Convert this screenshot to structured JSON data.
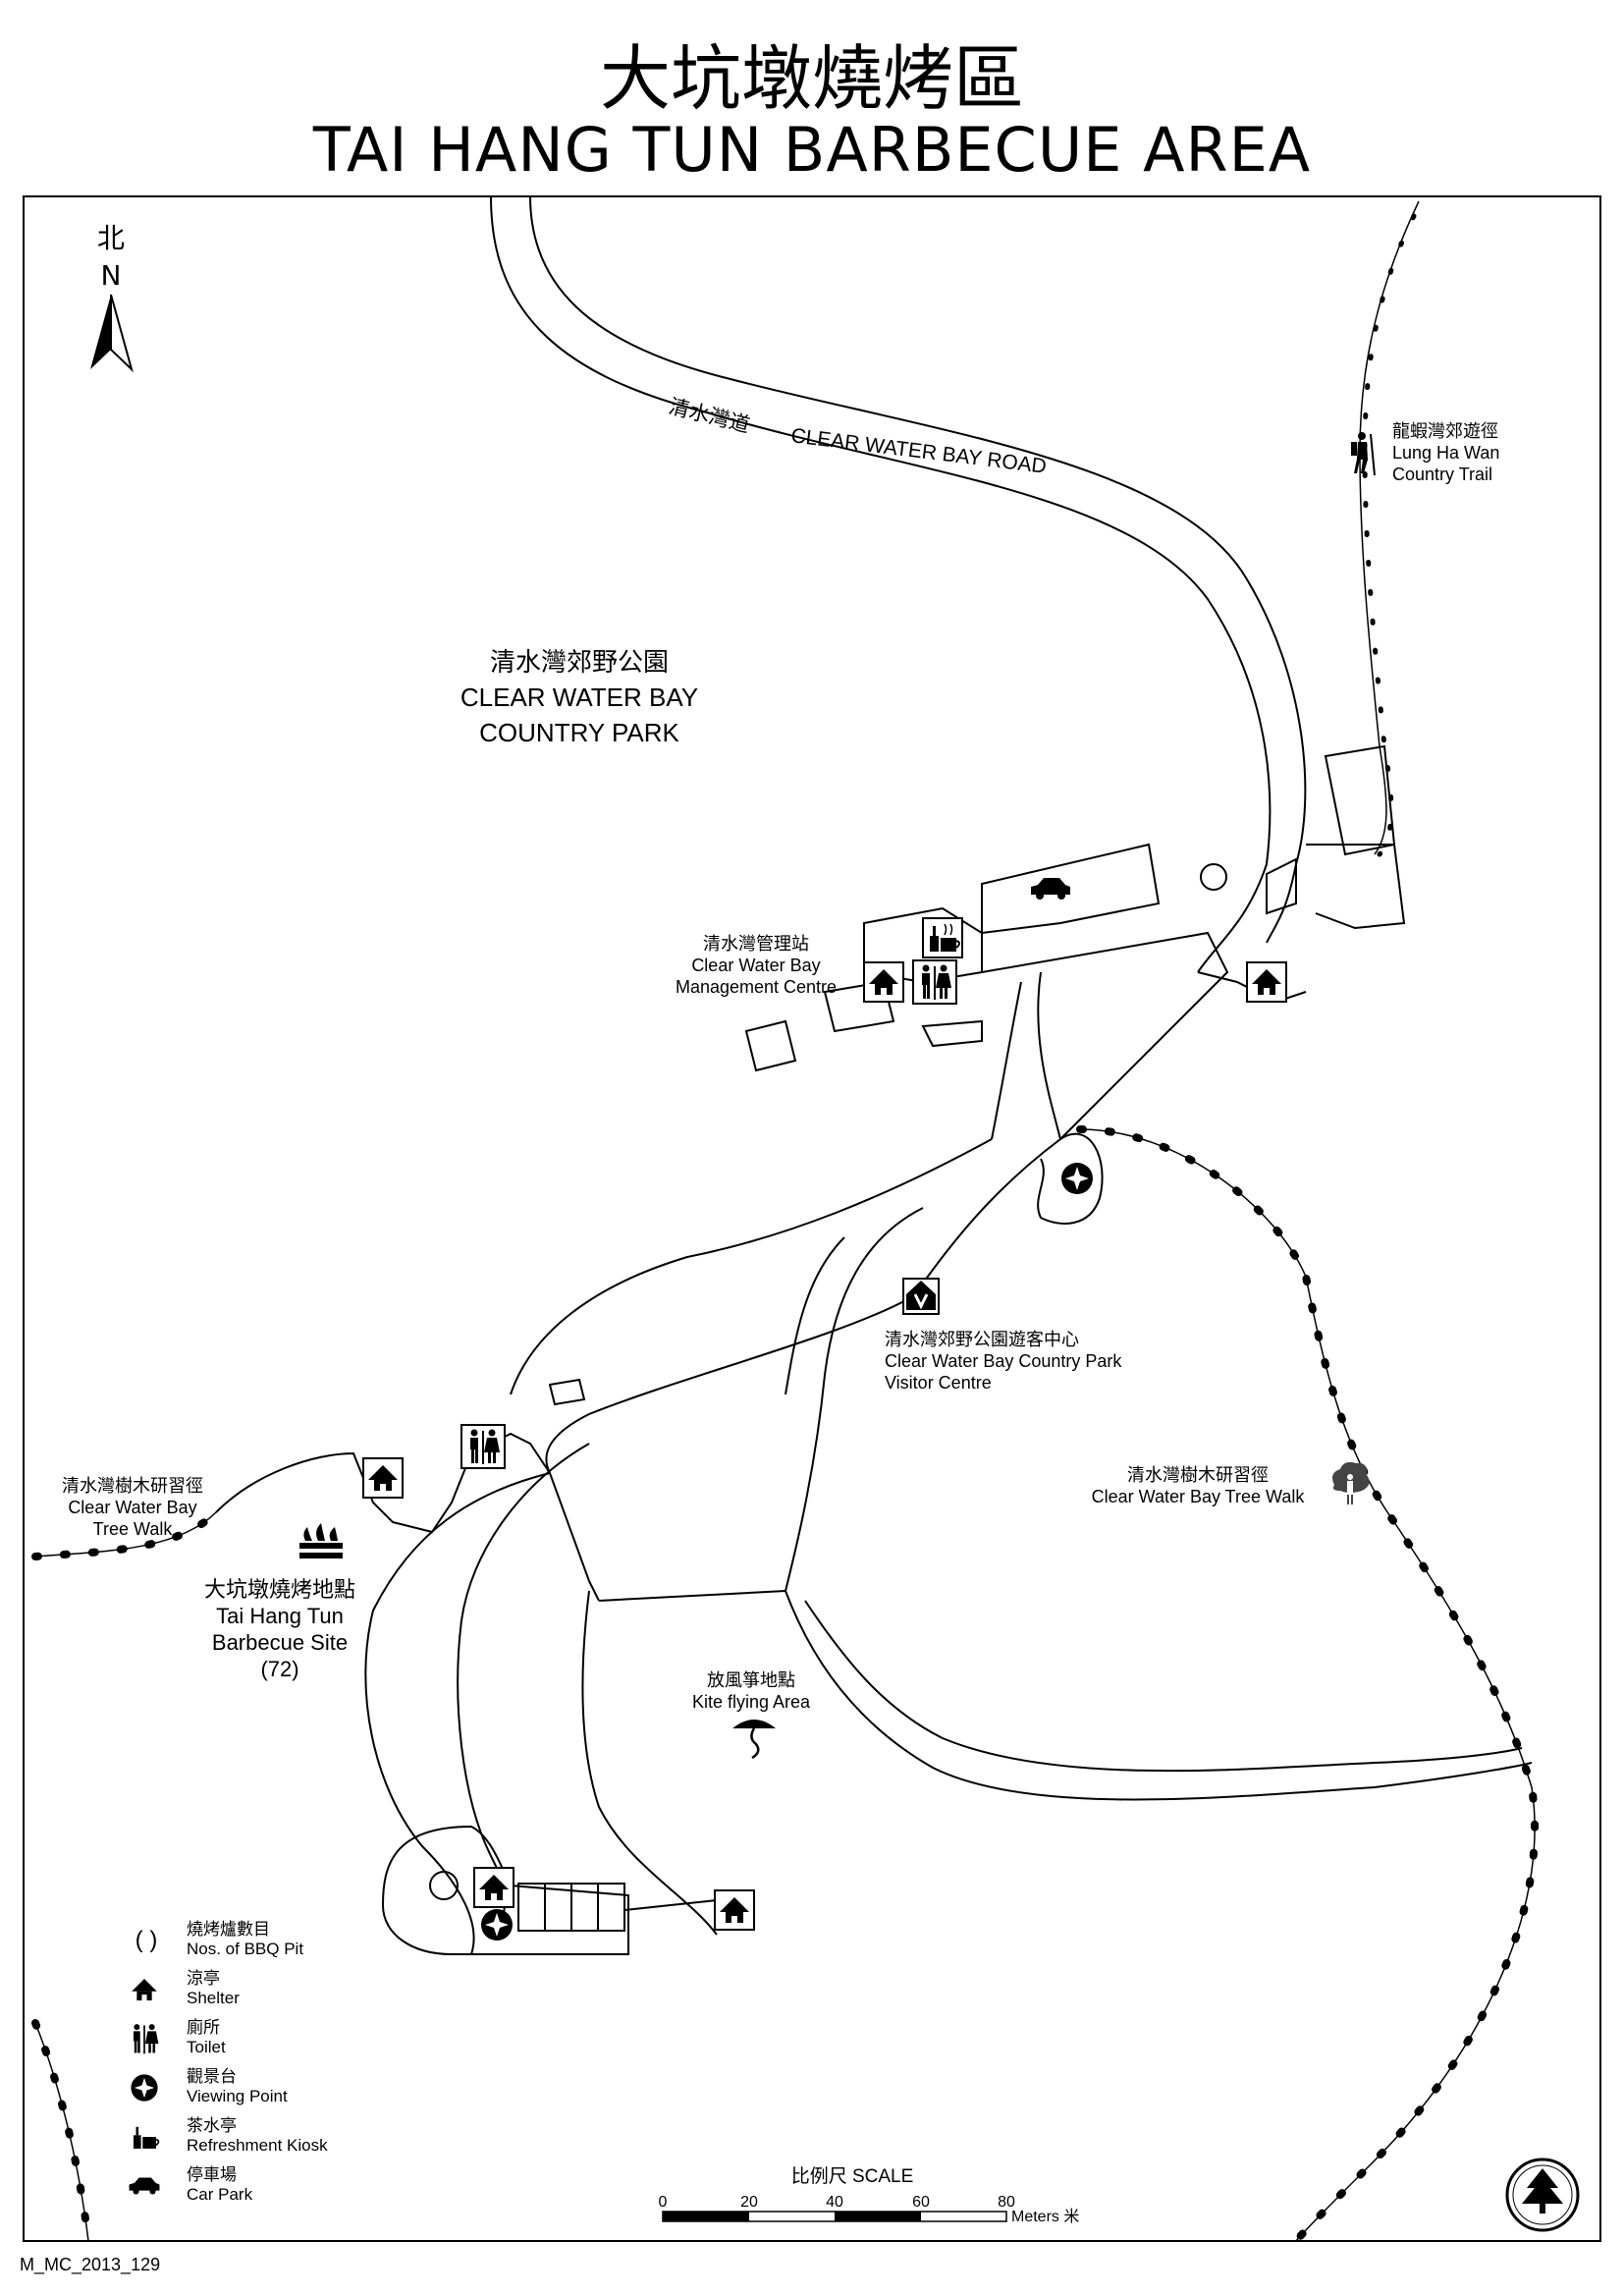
{
  "title": {
    "chinese": "大坑墩燒烤區",
    "english": "TAI HANG TUN BARBECUE AREA"
  },
  "north": {
    "cn": "北",
    "en": "N"
  },
  "road": {
    "cn": "清水灣道",
    "en": "CLEAR WATER BAY ROAD"
  },
  "park": {
    "cn": "清水灣郊野公園",
    "en1": "CLEAR WATER BAY",
    "en2": "COUNTRY PARK"
  },
  "trail_lhw": {
    "cn": "龍蝦灣郊遊徑",
    "en1": "Lung Ha Wan",
    "en2": "Country Trail"
  },
  "mgmt": {
    "cn": "清水灣管理站",
    "en1": "Clear Water Bay",
    "en2": "Management Centre"
  },
  "visitor": {
    "cn": "清水灣郊野公園遊客中心",
    "en1": "Clear Water Bay Country Park",
    "en2": "Visitor Centre"
  },
  "treewalk_left": {
    "cn": "清水灣樹木研習徑",
    "en1": "Clear Water Bay",
    "en2": "Tree Walk"
  },
  "treewalk_right": {
    "cn": "清水灣樹木研習徑",
    "en1": "Clear Water Bay Tree Walk"
  },
  "bbq_site": {
    "cn": "大坑墩燒烤地點",
    "en1": "Tai Hang Tun",
    "en2": "Barbecue Site",
    "count": "(72)"
  },
  "kite": {
    "cn": "放風箏地點",
    "en": "Kite flying Area"
  },
  "legend": [
    {
      "icon": "bbq-count-icon",
      "cn": "燒烤爐數目",
      "en": "Nos. of BBQ Pit"
    },
    {
      "icon": "shelter-icon",
      "cn": "涼亭",
      "en": "Shelter"
    },
    {
      "icon": "toilet-icon",
      "cn": "廁所",
      "en": "Toilet"
    },
    {
      "icon": "viewing-point-icon",
      "cn": "觀景台",
      "en": "Viewing Point"
    },
    {
      "icon": "refreshment-kiosk-icon",
      "cn": "茶水亭",
      "en": "Refreshment Kiosk"
    },
    {
      "icon": "car-park-icon",
      "cn": "停車場",
      "en": "Car Park"
    }
  ],
  "legend_bbq_symbol": "(   )",
  "scale": {
    "title": "比例尺 SCALE",
    "ticks": [
      "0",
      "20",
      "40",
      "60",
      "80"
    ],
    "unit": "Meters 米"
  },
  "map_code": "M_MC_2013_129"
}
